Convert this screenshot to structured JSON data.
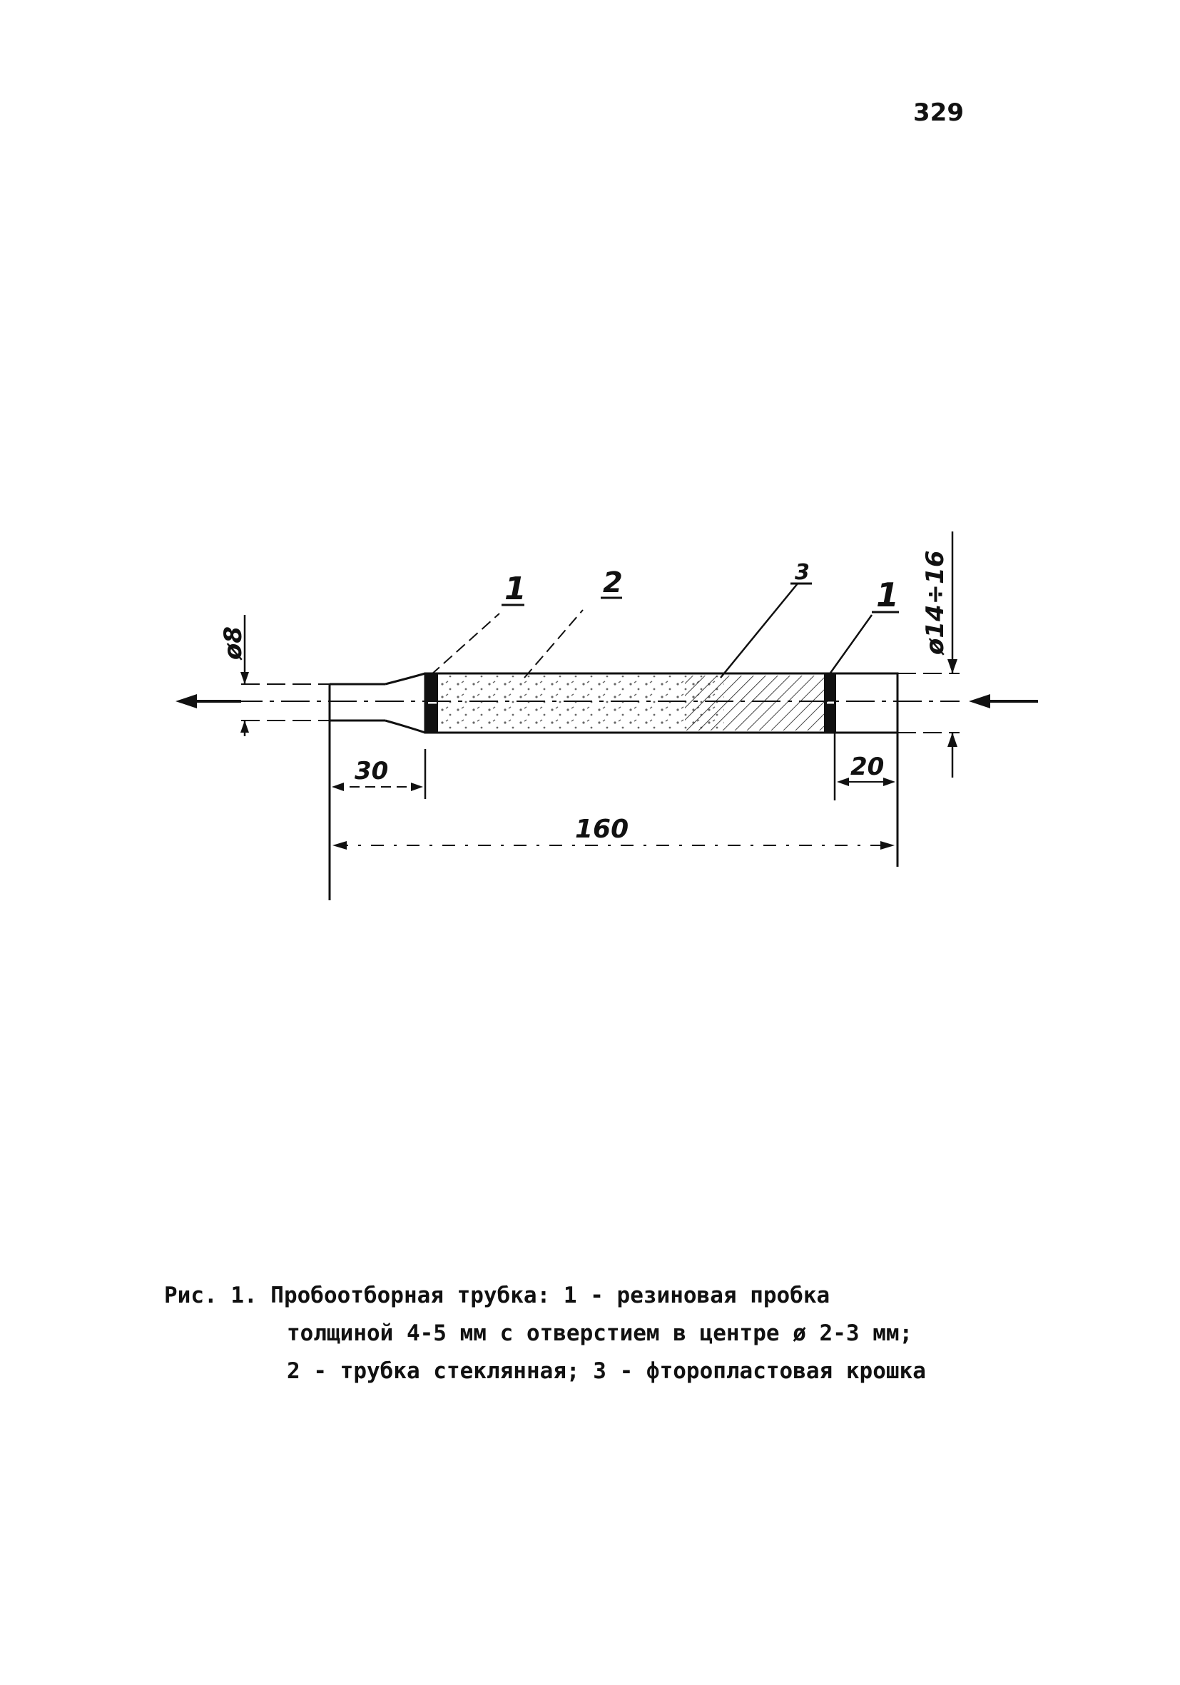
{
  "page_number": "329",
  "figure": {
    "callouts": [
      "1",
      "2",
      "3",
      "1"
    ],
    "dimensions": {
      "length_total": "160",
      "length_left": "30",
      "length_right": "20",
      "diameter_outlet": "ø8",
      "diameter_tube": "ø14÷16"
    }
  },
  "caption": {
    "line1": "Рис. 1. Пробоотборная трубка: 1 - резиновая пробка",
    "line2": "толщиной 4-5 мм с отверстием в центре ø 2-3 мм;",
    "line3": "2 - трубка стеклянная; 3 - фторопластовая крошка"
  },
  "colors": {
    "ink": "#111111",
    "paper": "#ffffff"
  }
}
